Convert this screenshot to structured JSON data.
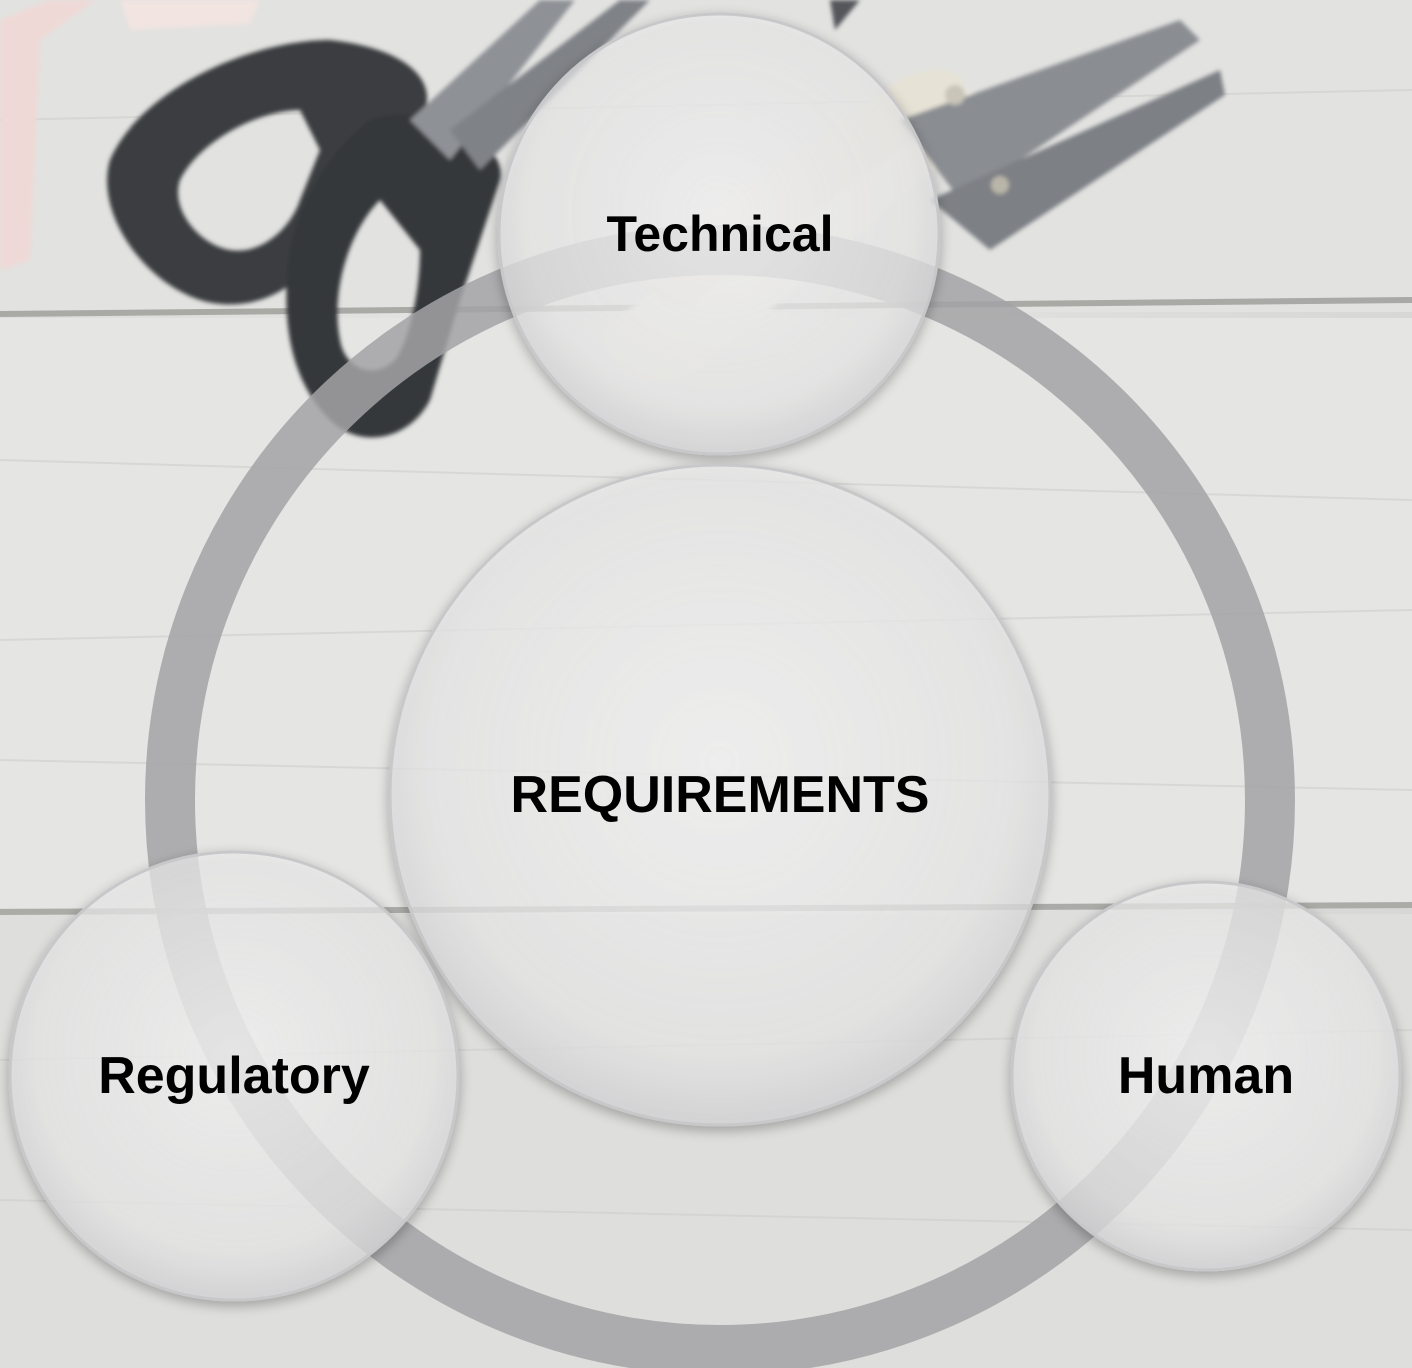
{
  "diagram": {
    "center": {
      "label": "REQUIREMENTS"
    },
    "nodes": [
      {
        "id": "technical",
        "label": "Technical"
      },
      {
        "id": "regulatory",
        "label": "Regulatory"
      },
      {
        "id": "human",
        "label": "Human"
      }
    ]
  },
  "colors": {
    "wood_plank": "#e4e4e2",
    "plank_seam": "#a9a9a6",
    "ring": "#a3a3a6",
    "circle_fill": "#f2f2f2",
    "circle_stroke": "#c8c8ca",
    "scissor_handle": "#3a3c40",
    "scissor_blade": "#8e9196",
    "snips_body": "#ece9df",
    "measuring_tape": "#efd9d6",
    "text": "#000000"
  },
  "icons": [
    "scissors-icon",
    "thread-snips-icon",
    "measuring-tape-icon"
  ]
}
